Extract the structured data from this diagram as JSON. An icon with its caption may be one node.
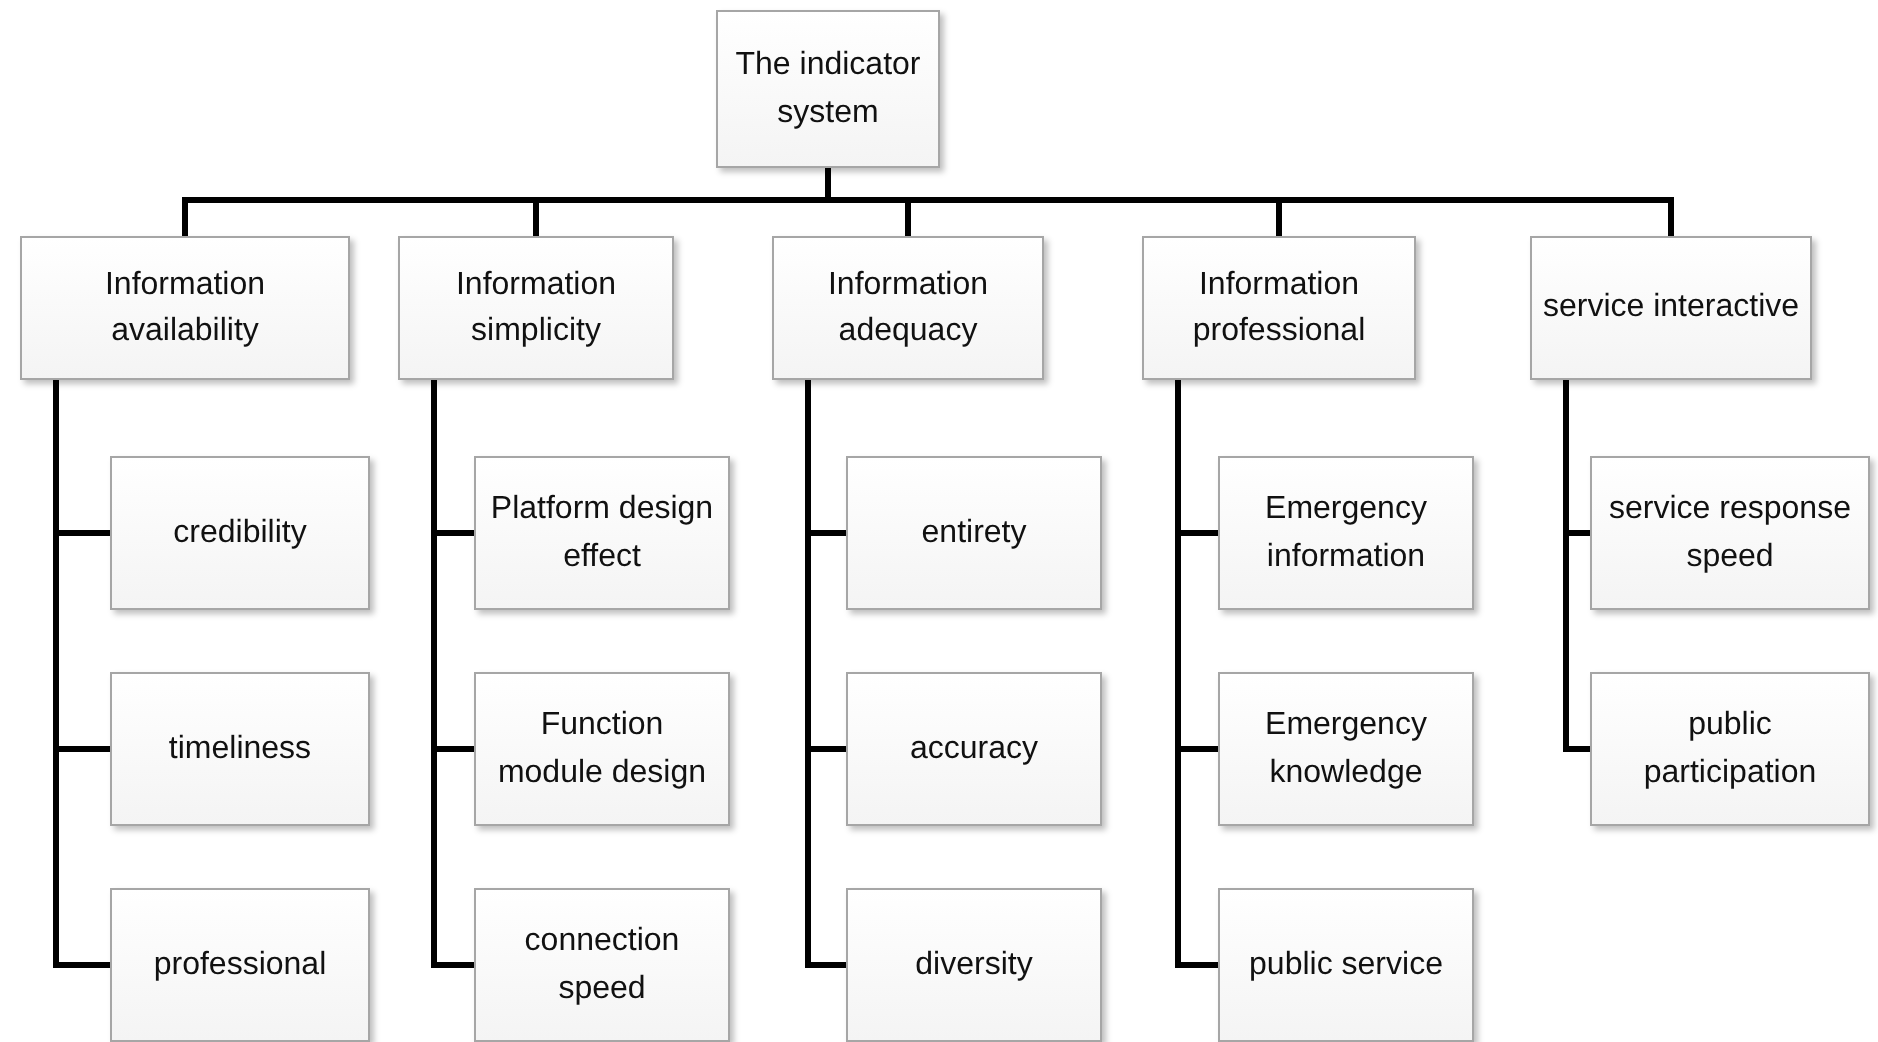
{
  "diagram": {
    "nodes": [
      {
        "text": [
          "The indicator system"
        ]
      },
      {
        "text": [
          "Information availability"
        ]
      },
      {
        "text": [
          "Information simplicity"
        ]
      },
      {
        "text": [
          "Information adequacy"
        ]
      },
      {
        "text": [
          "Information professional"
        ]
      },
      {
        "text": [
          "service interactive"
        ]
      },
      {
        "text": [
          "credibility"
        ]
      },
      {
        "text": [
          "timeliness"
        ]
      },
      {
        "text": [
          "professional"
        ]
      },
      {
        "text": [
          "Platform design effect"
        ]
      },
      {
        "text": [
          "Function module design"
        ]
      },
      {
        "text": [
          "connection speed"
        ]
      },
      {
        "text": [
          "entirety"
        ]
      },
      {
        "text": [
          "accuracy"
        ]
      },
      {
        "text": [
          "diversity"
        ]
      },
      {
        "text": [
          "Emergency information"
        ]
      },
      {
        "text": [
          "Emergency knowledge"
        ]
      },
      {
        "text": [
          "public service"
        ]
      },
      {
        "text": [
          "service response speed"
        ]
      },
      {
        "text": [
          "public participation"
        ]
      }
    ],
    "edges": [
      {
        "from": 0,
        "to": 1,
        "arrow": "none"
      },
      {
        "from": 0,
        "to": 2,
        "arrow": "none"
      },
      {
        "from": 0,
        "to": 3,
        "arrow": "none"
      },
      {
        "from": 0,
        "to": 4,
        "arrow": "none"
      },
      {
        "from": 0,
        "to": 5,
        "arrow": "none"
      },
      {
        "from": 1,
        "to": 6,
        "arrow": "none"
      },
      {
        "from": 1,
        "to": 7,
        "arrow": "none"
      },
      {
        "from": 1,
        "to": 8,
        "arrow": "none"
      },
      {
        "from": 2,
        "to": 9,
        "arrow": "none"
      },
      {
        "from": 2,
        "to": 10,
        "arrow": "none"
      },
      {
        "from": 2,
        "to": 11,
        "arrow": "none"
      },
      {
        "from": 3,
        "to": 12,
        "arrow": "none"
      },
      {
        "from": 3,
        "to": 13,
        "arrow": "none"
      },
      {
        "from": 3,
        "to": 14,
        "arrow": "none"
      },
      {
        "from": 4,
        "to": 15,
        "arrow": "none"
      },
      {
        "from": 4,
        "to": 16,
        "arrow": "none"
      },
      {
        "from": 4,
        "to": 17,
        "arrow": "none"
      },
      {
        "from": 5,
        "to": 18,
        "arrow": "none"
      },
      {
        "from": 5,
        "to": 19,
        "arrow": "none"
      }
    ]
  }
}
